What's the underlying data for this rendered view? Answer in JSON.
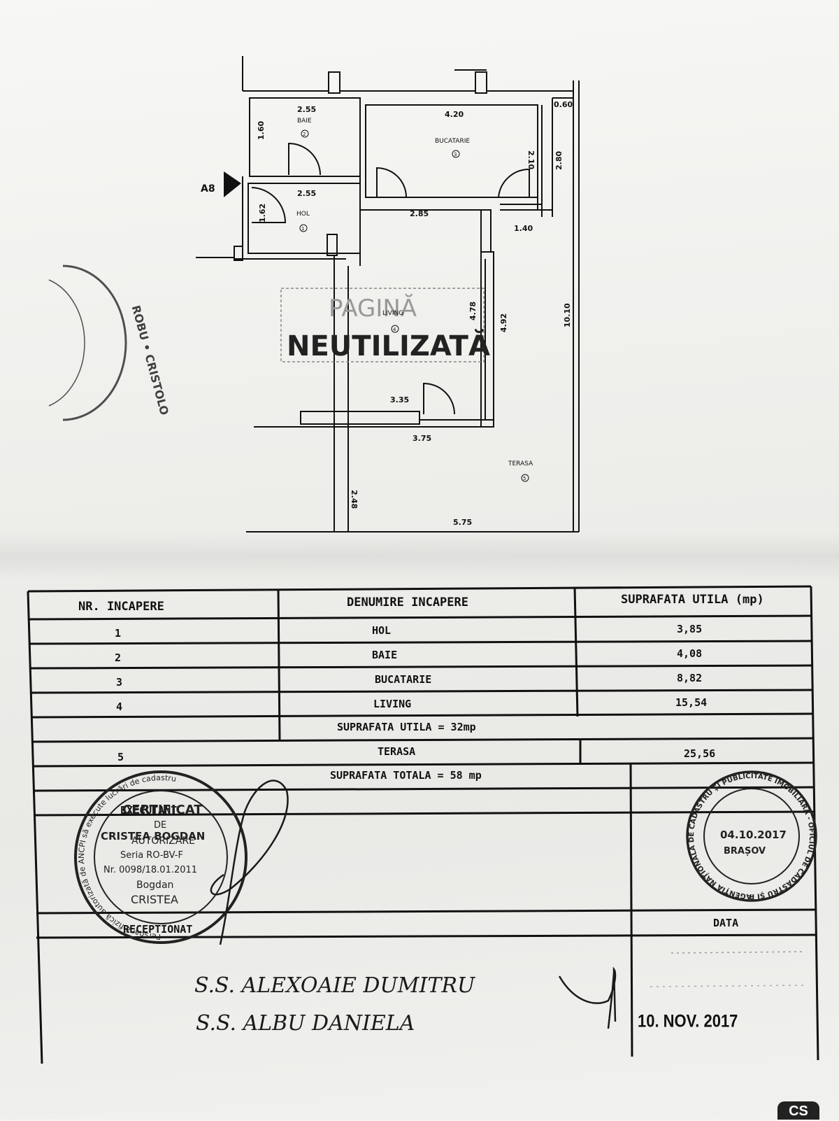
{
  "plan": {
    "entry_marker": "A8",
    "rooms": [
      {
        "name": "BAIE",
        "num": "2"
      },
      {
        "name": "BUCATARIE",
        "num": "3"
      },
      {
        "name": "HOL",
        "num": "1"
      },
      {
        "name": "LIVING",
        "num": "4"
      },
      {
        "name": "TERASA",
        "num": "5"
      }
    ],
    "dims": [
      "2.55",
      "1.60",
      "4.20",
      "0.60",
      "2.10",
      "2.80",
      "2.55",
      "1.62",
      "2.85",
      "1.40",
      "4.78",
      "4.92",
      "10.10",
      "3.35",
      "3.75",
      "2.48",
      "5.75"
    ],
    "watermark": [
      "PAGINĂ",
      "NEUTILIZATĂ"
    ]
  },
  "table": {
    "headers": [
      "NR. INCAPERE",
      "DENUMIRE INCAPERE",
      "SUPRAFATA UTILA (mp)"
    ],
    "rows": [
      {
        "nr": "1",
        "name": "HOL",
        "area": "3,85"
      },
      {
        "nr": "2",
        "name": "BAIE",
        "area": "4,08"
      },
      {
        "nr": "3",
        "name": "BUCATARIE",
        "area": "8,82"
      },
      {
        "nr": "4",
        "name": "LIVING",
        "area": "15,54"
      }
    ],
    "subtotal": "SUPRAFATA UTILA = 32mp",
    "terrace": {
      "nr": "5",
      "name": "TERASA",
      "area": "25,56"
    },
    "total": "SUPRAFATA TOTALA = 58 mp",
    "executant_label": "EXECUTANT",
    "receptionat_label": "RECEPTIONAT",
    "data_label": "DATA"
  },
  "stamps": {
    "left": {
      "ring": "Persoană fizică autorizată de ANCPI să execute lucrări de cadastru",
      "lines": [
        "CERTIFICAT",
        "DE",
        "AUTORIZARE",
        "Seria RO-BV-F",
        "Nr. 0098/18.01.2011",
        "Bogdan",
        "CRISTEA"
      ],
      "name": "CRISTEA BOGDAN"
    },
    "right": {
      "ring": "AGENȚIA NAȚIONALĂ DE CADASTRU ȘI PUBLICITATE IMOBILIARĂ - OFICIUL DE CADASTRU ȘI PUBLICITATE IMOBILIARĂ BRAȘOV",
      "date": "04.10.2017",
      "center": "BRAȘOV"
    },
    "side": {
      "ring": "ROBU • CRISTOLO"
    }
  },
  "handwriting": {
    "line1": "S.S. ALEXOAIE DUMITRU",
    "line2": "S.S. ALBU DANIELA",
    "date_stamp": "10. NOV. 2017"
  },
  "corner": "CS"
}
